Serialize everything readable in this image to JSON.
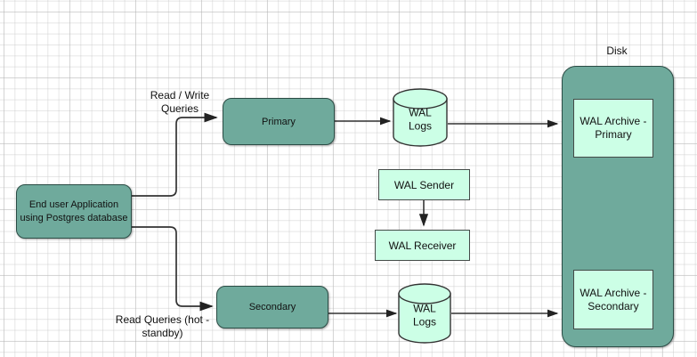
{
  "diagram": {
    "title_label": "Disk",
    "colors": {
      "node_teal": "#6FAA9C",
      "node_mint": "#CCFFE6",
      "stroke": "#2b4c45",
      "edge": "#333333",
      "grid": "#c8c8c8",
      "background": "#ffffff"
    },
    "nodes": {
      "client": {
        "label": "End user Application\nusing Postgres database"
      },
      "primary": {
        "label": "Primary"
      },
      "secondary": {
        "label": "Secondary"
      },
      "wal_logs_primary": {
        "label": "WAL\nLogs"
      },
      "wal_logs_secondary": {
        "label": "WAL\nLogs"
      },
      "wal_sender": {
        "label": "WAL Sender"
      },
      "wal_receiver": {
        "label": "WAL Receiver"
      },
      "disk": {
        "label": "Disk"
      },
      "wal_archive_primary": {
        "label": "WAL Archive -\nPrimary"
      },
      "wal_archive_secondary": {
        "label": "WAL Archive -\nSecondary"
      }
    },
    "edge_labels": {
      "read_write": "Read / Write\nQueries",
      "read_only": "Read Queries (hot -\nstandby)"
    }
  }
}
